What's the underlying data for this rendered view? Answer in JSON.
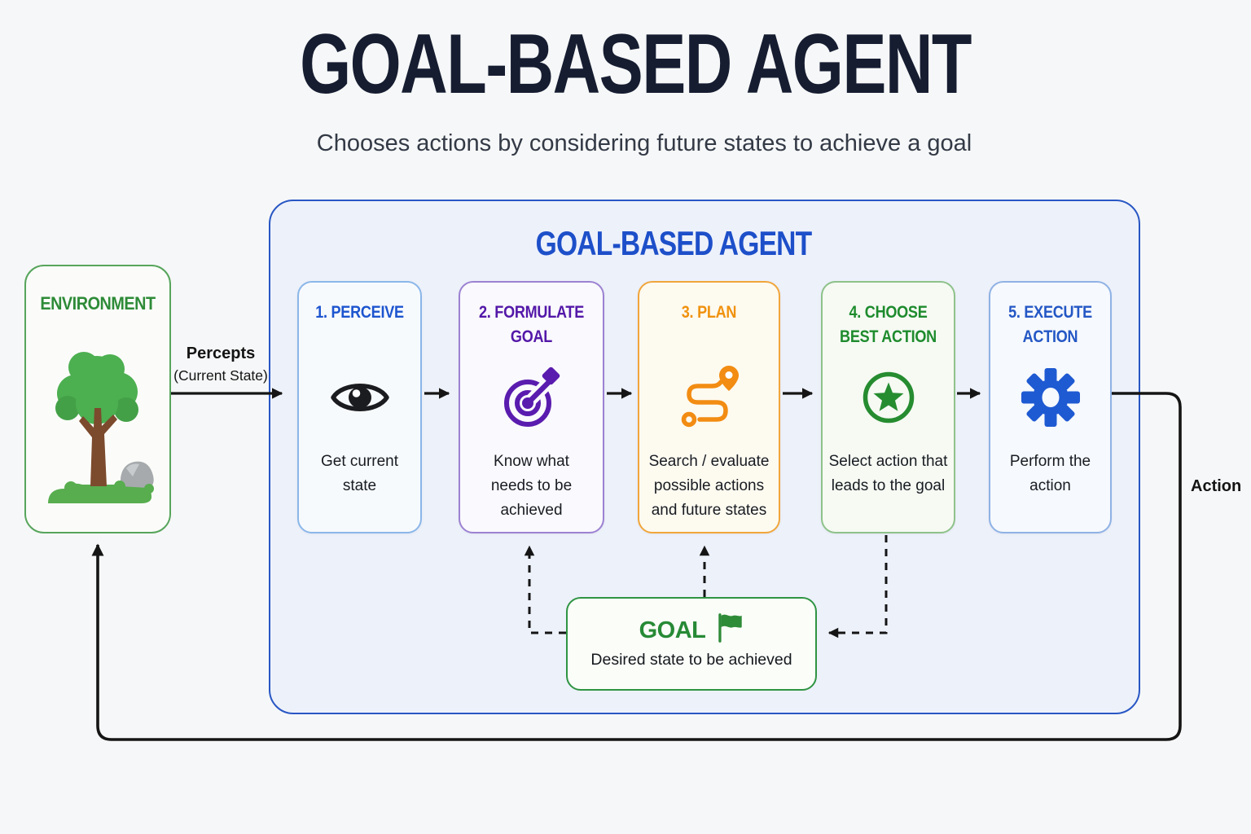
{
  "page": {
    "title": "GOAL-BASED AGENT",
    "subtitle": "Chooses actions by considering future states to achieve a goal"
  },
  "agent": {
    "title": "GOAL-BASED AGENT",
    "steps": [
      {
        "title": "1. PERCEIVE",
        "desc": "Get current\nstate",
        "icon": "eye-icon",
        "accent": "#1d55cf"
      },
      {
        "title": "2. FORMULATE\nGOAL",
        "desc": "Know what\nneeds to be\nachieved",
        "icon": "target-dart-icon",
        "accent": "#5318a8"
      },
      {
        "title": "3. PLAN",
        "desc": "Search / evaluate\npossible actions\nand future states",
        "icon": "route-icon",
        "accent": "#f0920e"
      },
      {
        "title": "4. CHOOSE\nBEST ACTION",
        "desc": "Select action that\nleads to the goal",
        "icon": "star-circle-icon",
        "accent": "#1e8b2d"
      },
      {
        "title": "5. EXECUTE\nACTION",
        "desc": "Perform the\naction",
        "icon": "gear-icon",
        "accent": "#2457c5"
      }
    ],
    "goal": {
      "title": "GOAL",
      "desc": "Desired state to be achieved",
      "icon": "flag-icon",
      "accent": "#278a36"
    }
  },
  "environment": {
    "title": "ENVIRONMENT",
    "icon": "tree-icon",
    "accent": "#2e8b38"
  },
  "labels": {
    "percepts": "Percepts",
    "percepts_sub": "(Current State)",
    "action": "Action"
  },
  "colors": {
    "page_bg": "#f6f7f8",
    "agent_bg": "#edf1fa",
    "agent_border": "#2857c4",
    "title_navy": "#161d31",
    "arrow_black": "#151515",
    "purple": "#5318a8",
    "orange": "#f0920e",
    "green": "#1e8b2d",
    "blue": "#2457c5"
  }
}
